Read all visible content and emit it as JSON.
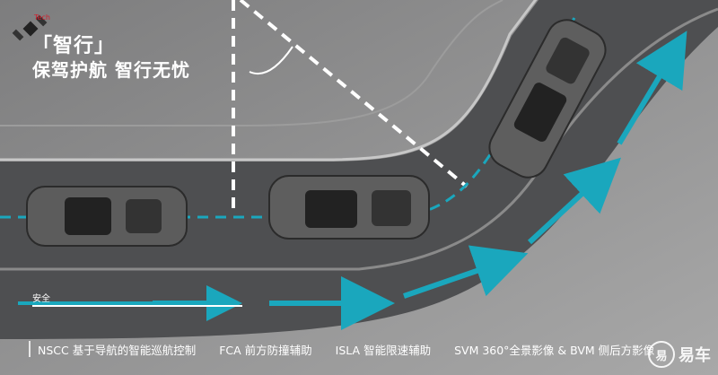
{
  "headline": {
    "line1": "「智行」",
    "line2": "保驾护航 智行无忧"
  },
  "logo": {
    "text": "Tech"
  },
  "safety": {
    "label": "安全"
  },
  "features": [
    {
      "label": "NSCC 基于导航的智能巡航控制"
    },
    {
      "label": "FCA 前方防撞辅助"
    },
    {
      "label": "ISLA 智能限速辅助"
    },
    {
      "label": "SVM 360°全景影像 & BVM 侧后方影像"
    }
  ],
  "watermark": {
    "icon": "易",
    "text": "易车"
  },
  "colors": {
    "lane_arrow": "#1aa7bd",
    "road": "#4e4f51",
    "road_edge": "#c7c7c7"
  }
}
